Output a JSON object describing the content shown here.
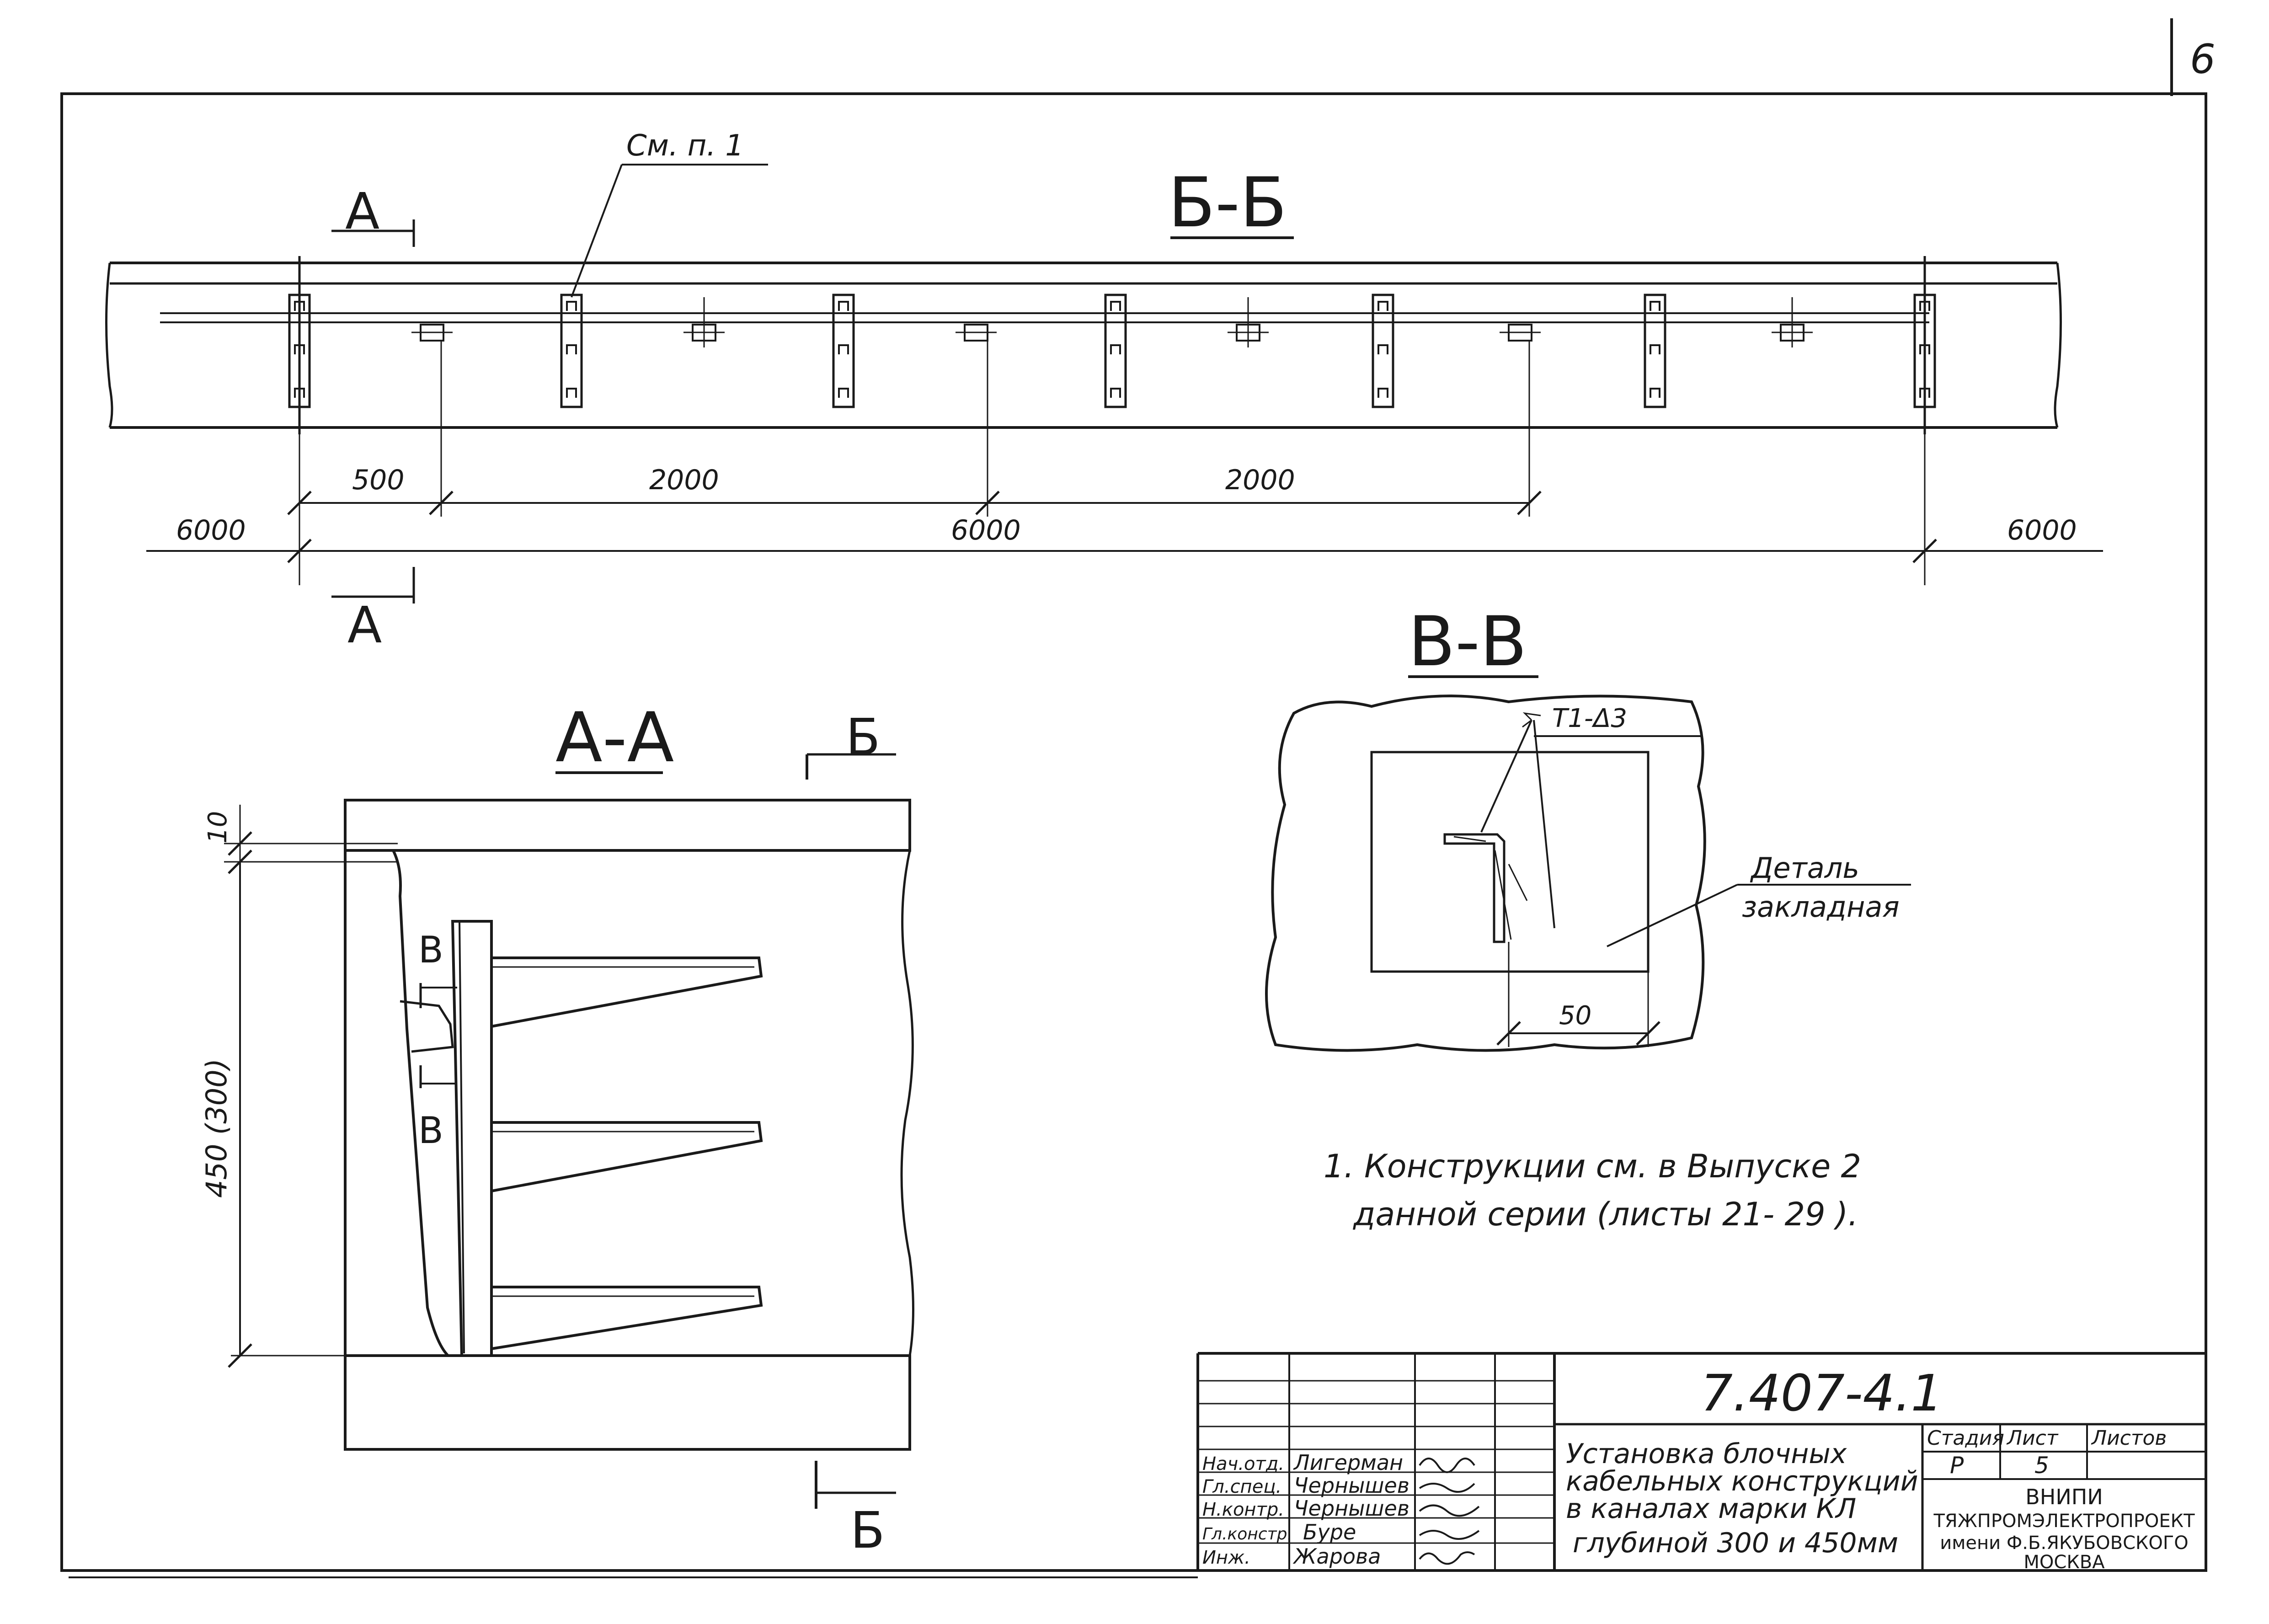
{
  "sheet": {
    "page_number": "6",
    "ink_color": "#1a1a1a",
    "paper_color": "#ffffff"
  },
  "section_bb": {
    "title": "Б-Б",
    "section_mark_a": "А",
    "callout": "См. п. 1",
    "dimensions": {
      "d500": "500",
      "d2000_a": "2000",
      "d2000_b": "2000",
      "d6000_left": "6000",
      "d6000_mid": "6000",
      "d6000_right": "6000"
    }
  },
  "section_aa": {
    "title": "А-А",
    "section_mark_b": "Б",
    "section_mark_v": "В",
    "dim_top": "10",
    "dim_height": "450 (300)"
  },
  "section_vv": {
    "title": "В-В",
    "weld_mark": "Т1-Δ3",
    "detail_label_line1": "Деталь",
    "detail_label_line2": "закладная",
    "dim_50": "50"
  },
  "notes": {
    "line1": "1. Конструкции  см. в Выпуске 2",
    "line2": "данной  серии  (листы 21- 29 )."
  },
  "title_block": {
    "designation": "7.407-4.1",
    "title_lines": [
      "Установка блочных",
      "кабельных конструкций",
      "в каналах марки КЛ",
      "глубиной  300 и 450мм"
    ],
    "roles": [
      "Нач.отд.",
      "Гл.спец.",
      "Н.контр.",
      "Гл.констр.",
      "Инж."
    ],
    "names": [
      "Лигерман",
      "Чернышев",
      "Чернышев",
      "Буре",
      "Жарова"
    ],
    "stage_header": "Стадия",
    "sheet_header": "Лист",
    "sheets_header": "Листов",
    "stage_value": "Р",
    "sheet_value": "5",
    "organization_lines": [
      "ВНИПИ",
      "ТЯЖПРОМЭЛЕКТРОПРОЕКТ",
      "имени Ф.Б.ЯКУБОВСКОГО",
      "МОСКВА"
    ]
  }
}
